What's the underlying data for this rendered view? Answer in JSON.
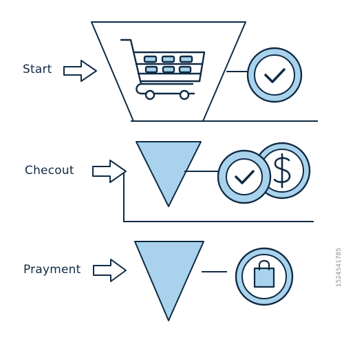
{
  "stages": [
    {
      "label": "Start",
      "icon": "shopping-cart-icon",
      "badge": "checkmark-badge-icon"
    },
    {
      "label": "Checout",
      "icon": "funnel-triangle-icon",
      "badge": "check-and-dollar-coins-icon"
    },
    {
      "label": "Prayment",
      "icon": "funnel-triangle-icon",
      "badge": "shopping-bag-badge-icon"
    }
  ],
  "side_text": "1524541785",
  "colors": {
    "stroke": "#0f2a44",
    "fill": "#a9d3ec",
    "badge_fill": "#eaf5fc",
    "background": "#ffffff"
  }
}
